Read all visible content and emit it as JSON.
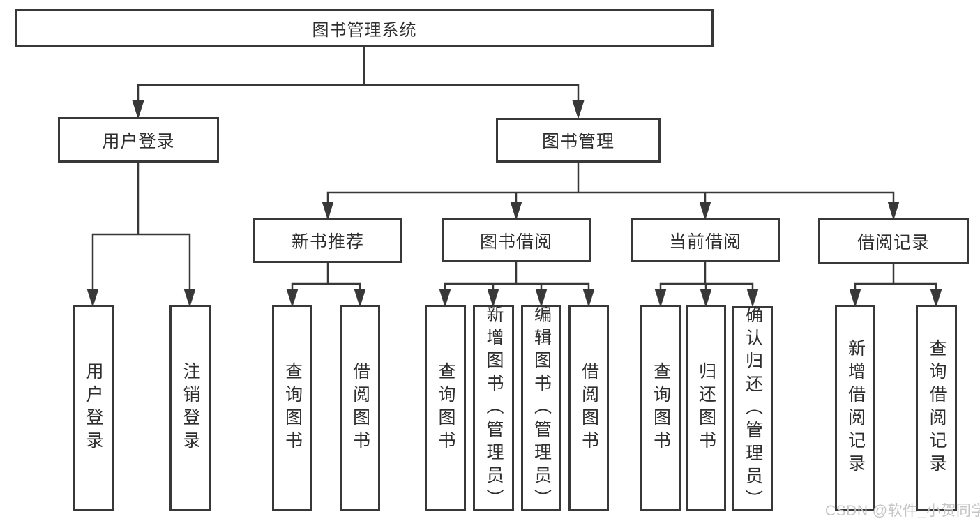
{
  "diagram_title": "图书管理系统",
  "nodes": {
    "root": {
      "label": "图书管理系统"
    },
    "user_login": {
      "label": "用户登录"
    },
    "book_mgmt": {
      "label": "图书管理"
    },
    "new_book_rec": {
      "label": "新书推荐"
    },
    "book_borrow": {
      "label": "图书借阅"
    },
    "current_borrow": {
      "label": "当前借阅"
    },
    "borrow_record": {
      "label": "借阅记录"
    },
    "leaf_user_login": {
      "label": "用户登录"
    },
    "leaf_logout": {
      "label": "注销登录"
    },
    "leaf_query_book_1": {
      "label": "查询图书"
    },
    "leaf_borrow_book_1": {
      "label": "借阅图书"
    },
    "leaf_query_book_2": {
      "label": "查询图书"
    },
    "leaf_add_book": {
      "label": "新增图书（管理员）"
    },
    "leaf_edit_book": {
      "label": "编辑图书（管理员）"
    },
    "leaf_borrow_book_2": {
      "label": "借阅图书"
    },
    "leaf_query_book_3": {
      "label": "查询图书"
    },
    "leaf_return_book": {
      "label": "归还图书"
    },
    "leaf_confirm_return": {
      "label": "确认归还（管理员）"
    },
    "leaf_add_record": {
      "label": "新增借阅记录"
    },
    "leaf_query_record": {
      "label": "查询借阅记录"
    }
  },
  "edges": [
    "图书管理系统→用户登录",
    "图书管理系统→图书管理",
    "用户登录→用户登录",
    "用户登录→注销登录",
    "图书管理→新书推荐",
    "图书管理→图书借阅",
    "图书管理→当前借阅",
    "图书管理→借阅记录",
    "新书推荐→查询图书",
    "新书推荐→借阅图书",
    "图书借阅→查询图书",
    "图书借阅→新增图书（管理员）",
    "图书借阅→编辑图书（管理员）",
    "图书借阅→借阅图书",
    "当前借阅→查询图书",
    "当前借阅→归还图书",
    "当前借阅→确认归还（管理员）",
    "借阅记录→新增借阅记录",
    "借阅记录→查询借阅记录"
  ],
  "watermark": {
    "text": "CSDN @软件_小贺同学"
  },
  "colors": {
    "line": "#383838",
    "border": "#383838",
    "text": "#2e2e2e",
    "watermark": "#c5c5c5",
    "background": "#ffffff"
  }
}
